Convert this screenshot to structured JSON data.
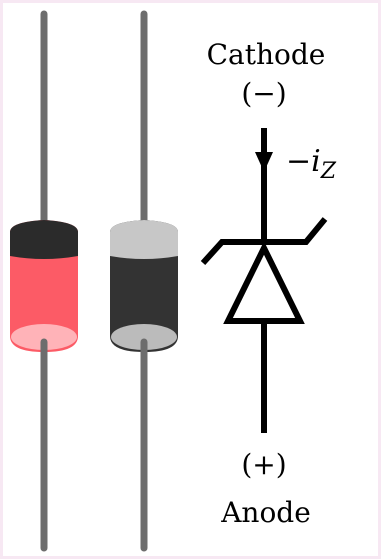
{
  "cathode": {
    "label": "Cathode",
    "polarity": "(−)"
  },
  "current": {
    "prefix": "−",
    "symbol": "i",
    "subscript": "Z"
  },
  "anode": {
    "polarity": "(+)",
    "label": "Anode"
  },
  "colors": {
    "background": "#f7e8f3",
    "lead": "#6d6d6d",
    "red_body": "#fc5b66",
    "red_band": "#2b2b2b",
    "red_cap": "#ffb3b8",
    "black_body": "#333333",
    "black_band": "#c7c7c7",
    "black_cap": "#bbbbbb",
    "symbol": "#000000"
  }
}
